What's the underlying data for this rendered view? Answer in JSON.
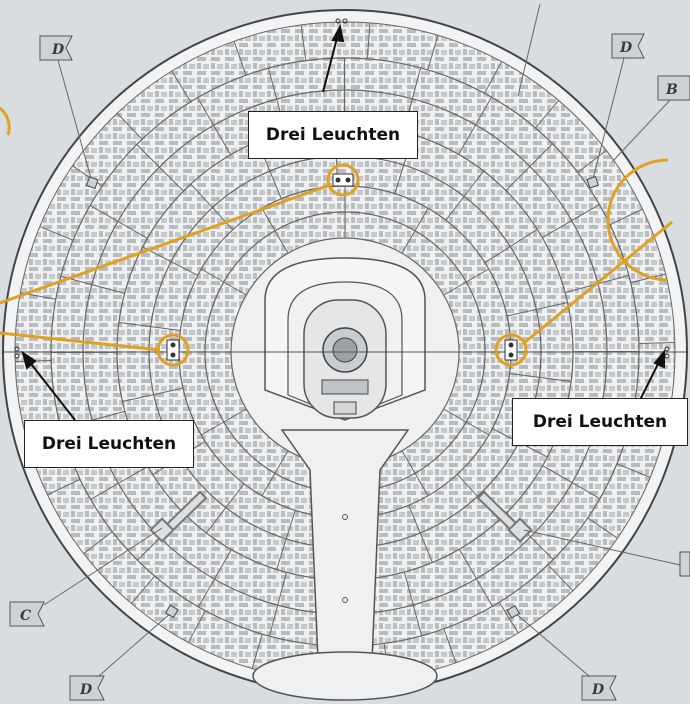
{
  "callouts": {
    "top": "Drei Leuchten",
    "left": "Drei Leuchten",
    "right": "Drei Leuchten"
  },
  "flags": {
    "d1": "D",
    "d2": "D",
    "b": "B",
    "c": "C",
    "d3": "D",
    "d4": "D"
  },
  "colors": {
    "background": "#d8dde2",
    "deck_fill": "#eef0f2",
    "room_fill": "#b9bcbf",
    "highlight": "#e0a020",
    "line": "#555555"
  }
}
